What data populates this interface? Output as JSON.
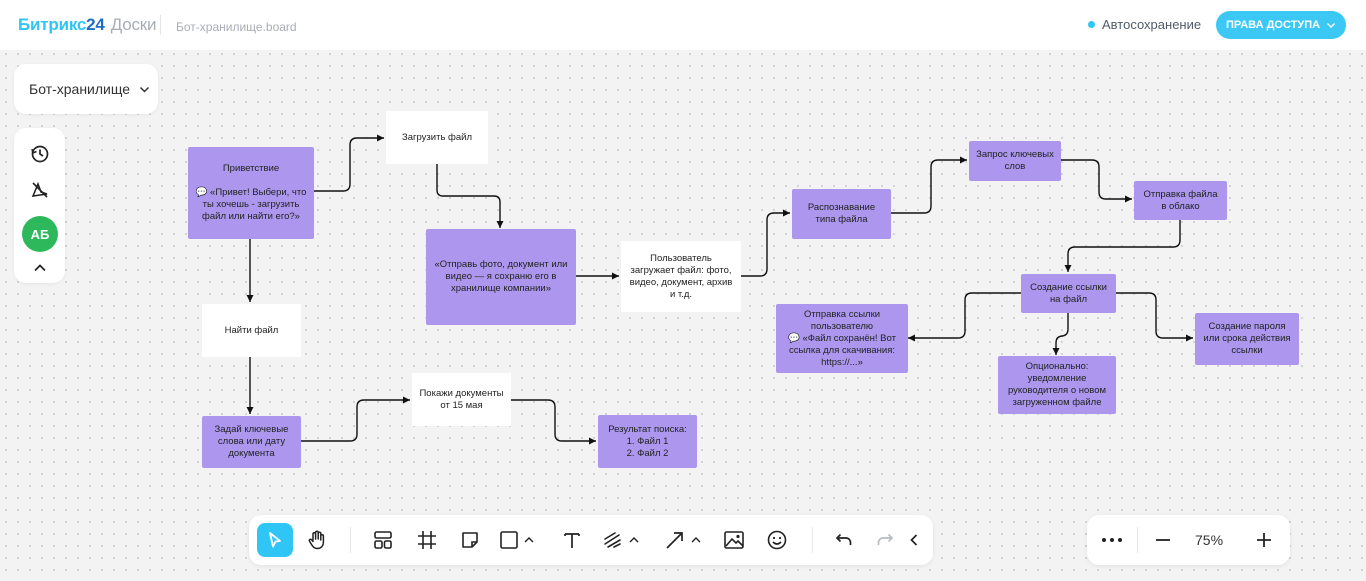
{
  "header": {
    "brand_main": "Битрикс",
    "brand_num": "24",
    "product": "Доски",
    "board_file": "Бот-хранилище.board",
    "autosave": "Автосохранение",
    "access_button": "ПРАВА ДОСТУПА"
  },
  "board_select": {
    "label": "Бот-хранилище"
  },
  "left_tools": {
    "avatar_initials": "АБ"
  },
  "nodes": {
    "greeting": "Приветствие\n\n💬 «Привет! Выбери, что ты хочешь - загрузить файл или найти его?»",
    "upload": "Загрузить файл",
    "send_photo": "«Отправь фото, документ или видео — я сохраню его в хранилище компании»",
    "user_uploads": "Пользователь загружает файл: фото, видео, документ, архив и т.д.",
    "recognize": "Распознавание типа файла",
    "keywords_request": "Запрос ключевых слов",
    "send_cloud": "Отправка файла в облако",
    "create_link": "Создание ссылки на файл",
    "send_link": "Отправка ссылки пользователю\n💬 «Файл сохранён! Вот ссылка для скачивания: https://...»",
    "password": "Создание пароля или срока действия ссылки",
    "optional": "Опционально: уведомление руководителя о новом загруженном файле",
    "find": "Найти файл",
    "ask_keywords": "Задай ключевые слова или дату документа",
    "example_query": "Покажи документы от 15 мая",
    "search_result": "Результат поиска:\n1. Файл 1\n2. Файл 2"
  },
  "zoom": {
    "value": "75%"
  },
  "colors": {
    "accent": "#2fc6f6",
    "node_purple": "#ad97ee",
    "avatar": "#2eb85c"
  }
}
